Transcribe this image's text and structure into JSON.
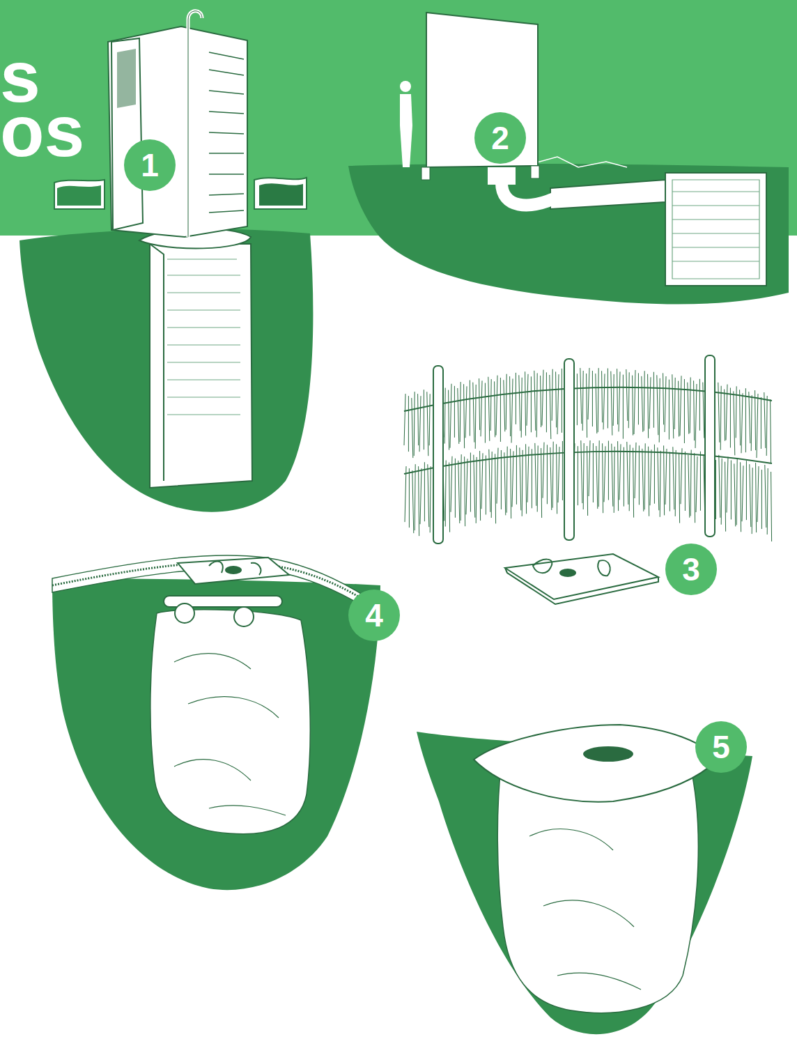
{
  "diagram": {
    "labels": [
      "s",
      "os",
      "1",
      "2",
      "3",
      "4",
      "5"
    ]
  }
}
